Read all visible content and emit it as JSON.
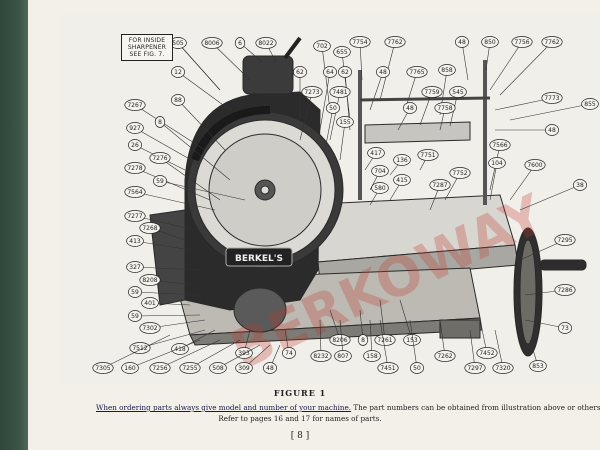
{
  "document": {
    "inset_note": [
      "FOR INSIDE",
      "SHARPENER",
      "SEE FIG. 7."
    ],
    "figure_title": "FIGURE 1",
    "order_instruction": "When ordering parts always give model and number of your machine.",
    "order_followup": "The part numbers can be obtained from illustration above or others a",
    "refer_text": "Refer to pages 16 and 17 for names of parts.",
    "page_number": "[ 8 ]",
    "machine_brand": "BERKEL'S",
    "watermark_text": "BERKOWAY"
  },
  "callouts": [
    "12",
    "8006",
    "6",
    "8022",
    "702",
    "655",
    "7754",
    "7762",
    "48",
    "850",
    "7756",
    "7762",
    "12",
    "62",
    "64",
    "62",
    "48",
    "7765",
    "858",
    "7773",
    "855",
    "88",
    "7273",
    "7481",
    "7759",
    "545",
    "7267",
    "8",
    "50",
    "48",
    "7758",
    "48",
    "927",
    "155",
    "26",
    "417",
    "136",
    "7751",
    "7566",
    "7276",
    "104",
    "7600",
    "7278",
    "704",
    "7752",
    "59",
    "415",
    "580",
    "7287",
    "38",
    "7564",
    "7277",
    "7268",
    "413",
    "7295",
    "327",
    "8208",
    "59",
    "7286",
    "401",
    "59",
    "7302",
    "73",
    "7512",
    "418",
    "393",
    "74",
    "8206",
    "8",
    "7261",
    "153",
    "7262",
    "7452",
    "160",
    "7256",
    "7255",
    "508",
    "309",
    "48",
    "8232",
    "807",
    "158",
    "7451",
    "50",
    "7297",
    "7320",
    "853",
    "7305",
    "505"
  ]
}
